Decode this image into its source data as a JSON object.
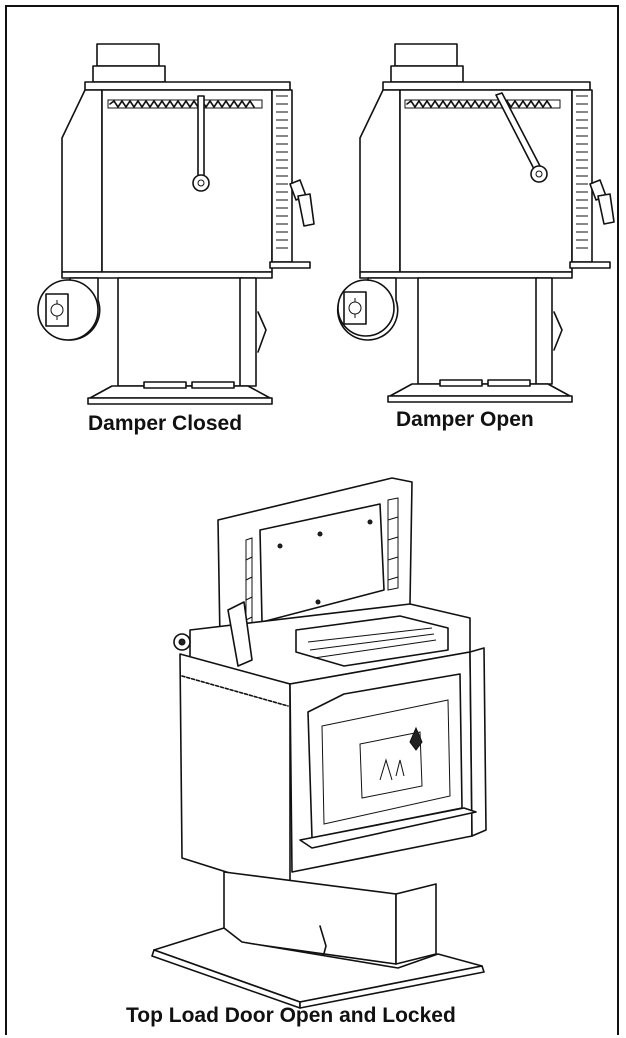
{
  "captions": {
    "damper_closed": "Damper Closed",
    "damper_open": "Damper Open",
    "top_load": "Top Load Door Open and Locked"
  }
}
